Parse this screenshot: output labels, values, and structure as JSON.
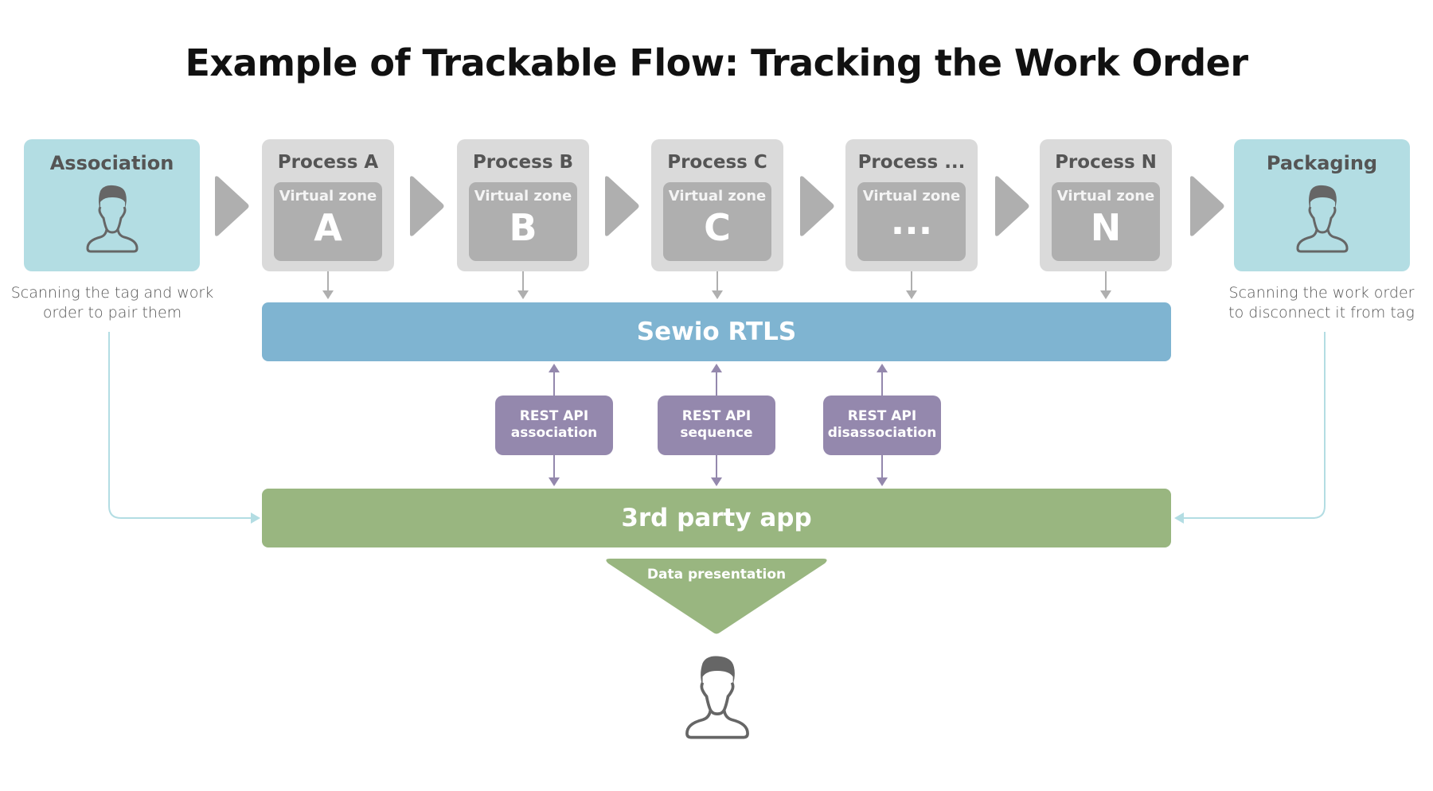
{
  "title": "Example of Trackable Flow: Tracking the Work Order",
  "association": {
    "label": "Association",
    "icon": "person-icon",
    "caption_line1": "Scanning the tag and work",
    "caption_line2": "order to pair them"
  },
  "packaging": {
    "label": "Packaging",
    "icon": "person-icon",
    "caption_line1": "Scanning the work order",
    "caption_line2": "to disconnect it from tag"
  },
  "processes": [
    {
      "label": "Process A",
      "zone_label": "Virtual zone",
      "zone_letter": "A"
    },
    {
      "label": "Process B",
      "zone_label": "Virtual zone",
      "zone_letter": "B"
    },
    {
      "label": "Process C",
      "zone_label": "Virtual zone",
      "zone_letter": "C"
    },
    {
      "label": "Process ...",
      "zone_label": "Virtual zone",
      "zone_letter": "..."
    },
    {
      "label": "Process N",
      "zone_label": "Virtual zone",
      "zone_letter": "N"
    }
  ],
  "rtls": {
    "label": "Sewio RTLS"
  },
  "apis": [
    {
      "line1": "REST API",
      "line2": "association"
    },
    {
      "line1": "REST API",
      "line2": "sequence"
    },
    {
      "line1": "REST API",
      "line2": "disassociation"
    }
  ],
  "third_party": {
    "label": "3rd party app"
  },
  "data_presentation": {
    "label": "Data presentation"
  },
  "end_user": {
    "icon": "person-icon"
  },
  "colors": {
    "endpoint_box": "#b3dde3",
    "process_box": "#dadada",
    "zone_box": "#afafaf",
    "rtls_bar": "#7fb4d1",
    "api_box": "#9488ad",
    "third_party_bar": "#99b680",
    "connector": "#b3dde3"
  }
}
